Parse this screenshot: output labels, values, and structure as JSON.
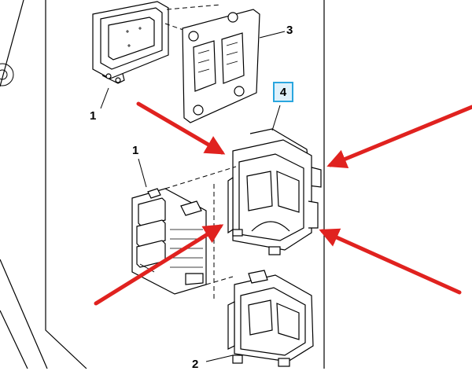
{
  "callouts": {
    "ecm_top": "1",
    "bracket": "3",
    "highlighted_part": "4",
    "ecm_lower": "1",
    "bottom_part": "2"
  },
  "colors": {
    "line": "#000000",
    "arrow": "#e0221f",
    "highlight_border": "#2aa6df",
    "highlight_fill": "#dff1fb"
  },
  "icons": [
    "red-arrow",
    "ecm-module",
    "mounting-bracket",
    "module-cradle"
  ]
}
